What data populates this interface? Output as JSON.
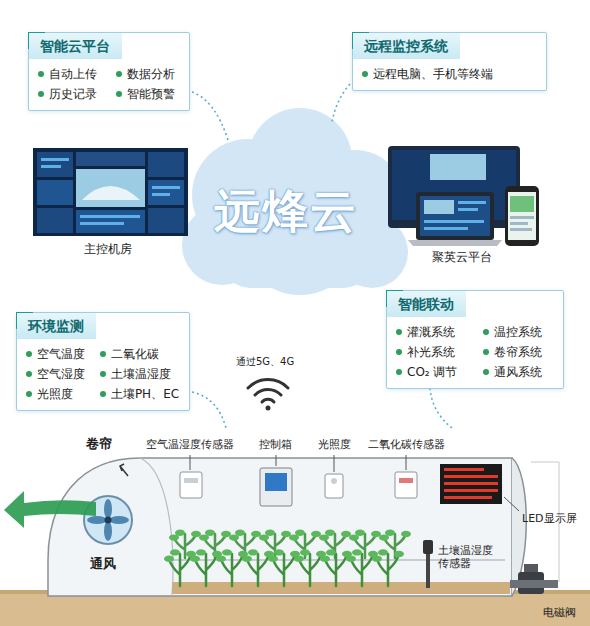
{
  "diagram": {
    "nodes": [
      {
        "text": [
          "智能云平台",
          "自动上传",
          "数据分析",
          "历史记录",
          "智能预警"
        ]
      },
      {
        "text": [
          "远程监控系统",
          "远程电脑、手机等终端"
        ]
      },
      {
        "text": [
          "环境监测",
          "空气温度",
          "二氧化碳",
          "空气湿度",
          "土壤温湿度",
          "光照度",
          "土壤PH、EC"
        ]
      },
      {
        "text": [
          "智能联动",
          "灌溉系统",
          "温控系统",
          "补光系统",
          "卷帘系统",
          "CO₂ 调节",
          "通风系统"
        ]
      }
    ],
    "labels": [
      "远烽云",
      "主控机房",
      "聚英云平台",
      "通过5G、4G",
      "卷帘",
      "空气温湿度传感器",
      "控制箱",
      "光照度",
      "二氧化碳传感器",
      "LED显示屏",
      "通风",
      "土壤温湿度传感器",
      "电磁阀"
    ]
  }
}
